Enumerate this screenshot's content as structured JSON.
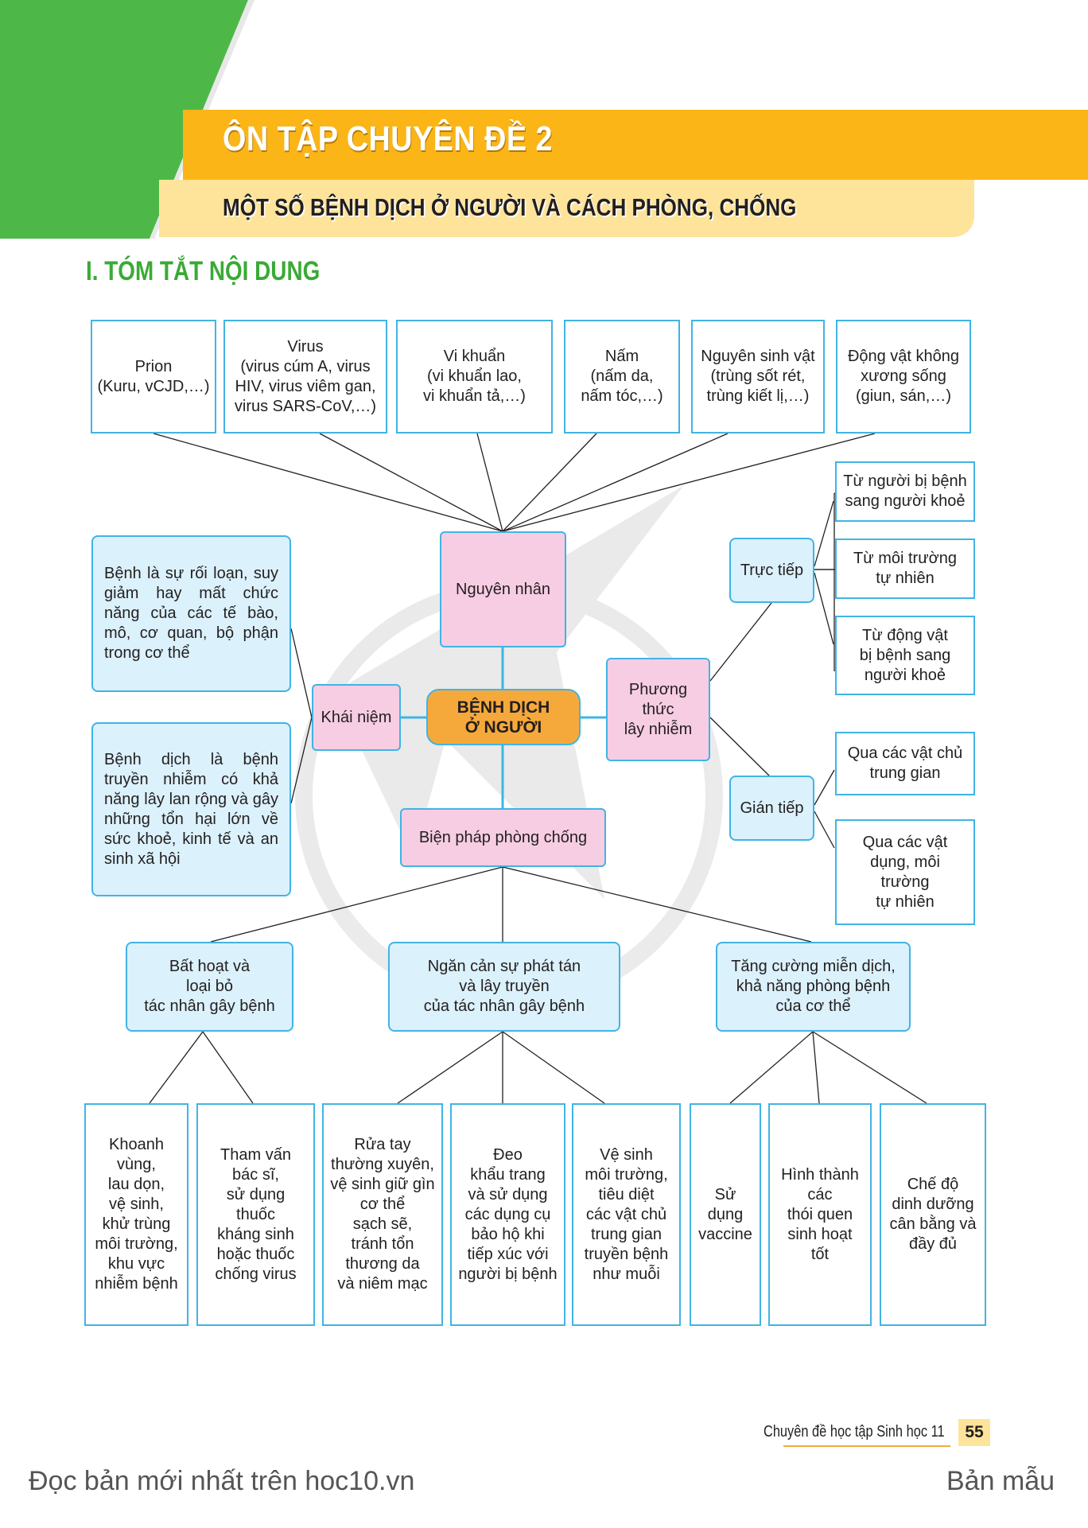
{
  "header": {
    "title": "ÔN TẬP CHUYÊN ĐỀ 2",
    "subtitle": "MỘT SỐ BỆNH DỊCH Ở NGƯỜI VÀ CÁCH PHÒNG, CHỐNG"
  },
  "section_title": "I. TÓM TẮT NỘI DUNG",
  "diagram": {
    "center": "BỆNH DỊCH\nỞ NGƯỜI",
    "cause": "Nguyên nhân",
    "concept": "Khái niệm",
    "transmission": "Phương\nthức\nlây nhiễm",
    "prevention": "Biện pháp phòng chống",
    "causes": [
      "Prion\n(Kuru, vCJD,…)",
      "Virus\n(virus cúm A, virus\nHIV, virus viêm gan,\nvirus SARS-CoV,…)",
      "Vi khuẩn\n(vi khuẩn lao,\nvi khuẩn tả,…)",
      "Nấm\n(nấm da,\nnấm tóc,…)",
      "Nguyên sinh vật\n(trùng sốt rét,\ntrùng kiết lị,…)",
      "Động vật không\nxương sống\n(giun, sán,…)"
    ],
    "definitions": [
      "Bệnh là sự rối loạn, suy giảm hay mất chức năng của các tế bào, mô, cơ quan, bộ phận trong cơ thể",
      "Bệnh dịch là bệnh truyền nhiễm có khả năng lây lan rộng và gây những tổn hại lớn về sức khoẻ, kinh tế và an sinh xã hội"
    ],
    "direct": {
      "label": "Trực tiếp",
      "items": [
        "Từ người bị bệnh\nsang người khoẻ",
        "Từ môi trường\ntự nhiên",
        "Từ động vật\nbị bệnh sang\nngười khoẻ"
      ]
    },
    "indirect": {
      "label": "Gián tiếp",
      "items": [
        "Qua các vật chủ\ntrung gian",
        "Qua các vật\ndụng, môi\ntrường\ntự nhiên"
      ]
    },
    "measures": [
      "Bất hoạt và\nloại bỏ\ntác nhân gây bệnh",
      "Ngăn cản sự phát tán\nvà lây truyền\ncủa tác nhân gây bệnh",
      "Tăng cường miễn dịch,\nkhả năng phòng bệnh\ncủa cơ thể"
    ],
    "actions": [
      "Khoanh\nvùng,\nlau dọn,\nvệ sinh,\nkhử trùng\nmôi trường,\nkhu vực\nnhiễm bệnh",
      "Tham vấn\nbác sĩ,\nsử dụng\nthuốc\nkháng sinh\nhoặc thuốc\nchống virus",
      "Rửa tay\nthường xuyên,\nvệ sinh giữ gìn\ncơ thể\nsạch sẽ,\ntránh tổn\nthương da\nvà niêm mạc",
      "Đeo\nkhẩu trang\nvà sử dụng\ncác dụng cụ\nbảo hộ khi\ntiếp xúc với\nngười bị bệnh",
      "Vệ sinh\nmôi trường,\ntiêu diệt\ncác vật chủ\ntrung gian\ntruyền bệnh\nnhư muỗi",
      "Sử\ndụng\nvaccine",
      "Hình thành\ncác\nthói quen\nsinh hoạt\ntốt",
      "Chế độ\ndinh dưỡng\ncân bằng và\nđầy đủ"
    ]
  },
  "footer": {
    "book": "Chuyên đề học tập Sinh học 11",
    "page": "55"
  },
  "watermarks": {
    "left": "Đọc bản mới nhất trên hoc10.vn",
    "right": "Bản mẫu"
  },
  "colors": {
    "green": "#4db848",
    "orange": "#fbb516",
    "light_orange": "#fde49a",
    "blue_border": "#40b4e5",
    "light_blue": "#dbf1fb",
    "pink": "#f6cde3",
    "center_orange": "#f6a93b"
  }
}
